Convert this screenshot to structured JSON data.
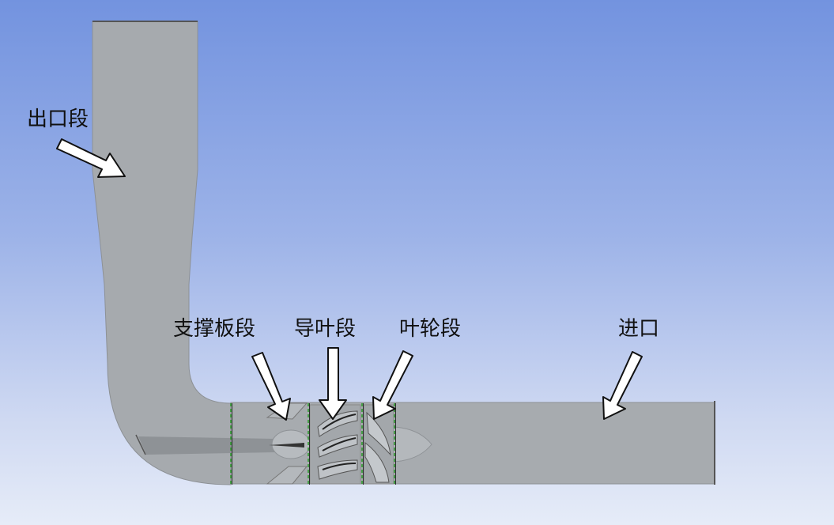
{
  "labels": {
    "outlet": "出口段",
    "support_plate": "支撑板段",
    "guide_vane": "导叶段",
    "impeller": "叶轮段",
    "inlet": "进口"
  },
  "colors": {
    "background_top": "#7393df",
    "background_bottom": "#e6ecf8",
    "pipe": "#a6aaae",
    "pipe_dark": "#7e8286",
    "interface": "#2f9a2f"
  }
}
